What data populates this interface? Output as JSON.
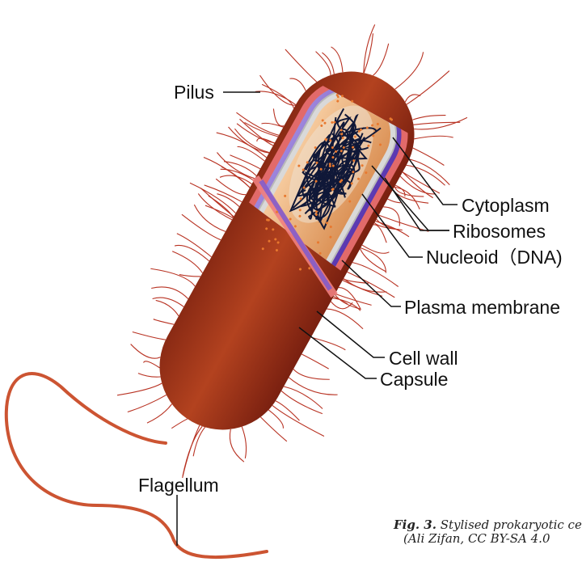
{
  "labels": {
    "pilus": "Pilus",
    "cytoplasm": "Cytoplasm",
    "ribosomes": "Ribosomes",
    "nucleoid": "Nucleoid（DNA)",
    "plasma_membrane": "Plasma membrane",
    "cell_wall": "Cell wall",
    "capsule": "Capsule",
    "flagellum": "Flagellum"
  },
  "caption": {
    "fig_number": "Fig. 3.",
    "line1": "Stylised prokaryotic ce",
    "line2": "(Ali Zifan, CC BY-SA 4.0"
  },
  "colors": {
    "capsule": "#a8321a",
    "cell_wall": "#e06a6a",
    "plasma_membrane": "#6b4bc0",
    "cytoplasm": "#e9ad7a",
    "pili": "#b83222",
    "flagellum": "#cc5432",
    "nucleoid": "#101838",
    "ribosomes": "#e8782e"
  }
}
